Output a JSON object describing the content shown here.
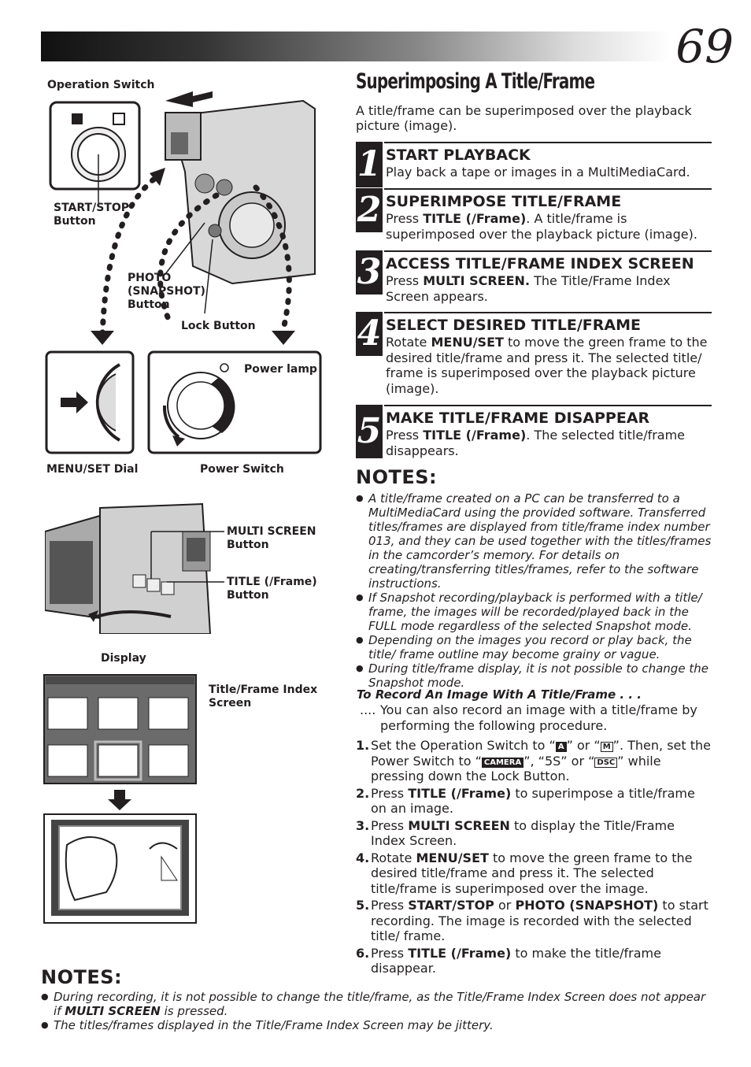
{
  "page_number": "69",
  "title": "Superimposing A Title/Frame",
  "intro": "A title/frame can be superimposed over the playback picture (image).",
  "steps": [
    {
      "num": "1",
      "head": "START PLAYBACK",
      "body": [
        "Play back a tape or images in a MultiMediaCard."
      ]
    },
    {
      "num": "2",
      "head": "SUPERIMPOSE TITLE/FRAME",
      "body_pre": "Press ",
      "body_bold": "TITLE (/Frame)",
      "body_post": ". A title/frame is superimposed over the playback picture (image)."
    },
    {
      "num": "3",
      "head": "ACCESS TITLE/FRAME INDEX SCREEN",
      "body_pre": "Press ",
      "body_bold": "MULTI SCREEN.",
      "body_post": " The Title/Frame Index Screen appears."
    },
    {
      "num": "4",
      "head": "SELECT DESIRED TITLE/FRAME",
      "body_pre": "Rotate ",
      "body_bold": "MENU/SET",
      "body_post": " to move the green frame to the desired title/frame and press it. The selected title/ frame is superimposed over the playback picture (image)."
    },
    {
      "num": "5",
      "head": "MAKE TITLE/FRAME DISAPPEAR",
      "body_pre": "Press ",
      "body_bold": "TITLE (/Frame)",
      "body_post": ". The selected title/frame disappears."
    }
  ],
  "notes_heading": "NOTES:",
  "notes": [
    "A title/frame created on a PC can be transferred to a MultiMediaCard using the provided software. Transferred titles/frames are displayed from title/frame index number 013, and they can be used together with the titles/frames in the camcorder’s memory. For details on creating/transferring titles/frames, refer to the software instructions.",
    "If Snapshot recording/playback is performed with a title/ frame, the images will be recorded/played back in the FULL mode regardless of the selected Snapshot mode.",
    "Depending on the images you record or play back, the title/ frame outline may become grainy or vague.",
    "During title/frame display, it is not possible to change the Snapshot mode."
  ],
  "record_heading": "To Record An Image With A Title/Frame . . .",
  "record_intro_dots": "....",
  "record_intro": "You can also record an image with a title/frame by performing the following procedure.",
  "procedure": {
    "p1": {
      "n": "1.",
      "a": "Set the Operation Switch to “",
      "icon_a": "A",
      "b": "” or “",
      "icon_m": "M",
      "c": "”. Then, set the Power Switch to “",
      "icon_camera": "CAMERA",
      "d": "”, “5S” or “",
      "icon_dsc": "DSC",
      "e": "” while pressing down the Lock Button."
    },
    "p2": {
      "n": "2.",
      "pre": "Press ",
      "bold": "TITLE (/Frame)",
      "post": " to superimpose a title/frame on an image."
    },
    "p3": {
      "n": "3.",
      "pre": "Press ",
      "bold": "MULTI SCREEN",
      "post": " to display the Title/Frame Index Screen."
    },
    "p4": {
      "n": "4.",
      "pre": "Rotate ",
      "bold": "MENU/SET",
      "post": " to move the green frame to the desired title/frame and press it. The selected title/frame is superimposed over the image."
    },
    "p5": {
      "n": "5.",
      "pre": "Press ",
      "bold": "START/STOP",
      "mid": " or ",
      "bold2": "PHOTO (SNAPSHOT)",
      "post": " to start recording. The image is recorded with the selected title/ frame."
    },
    "p6": {
      "n": "6.",
      "pre": "Press ",
      "bold": "TITLE (/Frame)",
      "post": " to make the title/frame disappear."
    }
  },
  "bottom_notes_heading": "NOTES:",
  "bottom_notes": {
    "n1_pre": "During recording, it is not possible to change the title/frame, as the Title/Frame Index Screen does not appear if ",
    "n1_bold": "MULTI SCREEN",
    "n1_post": " is pressed.",
    "n2": "The titles/frames displayed in the Title/Frame Index Screen may be jittery."
  },
  "labels": {
    "operation_switch": "Operation Switch",
    "start_stop": "START/STOP\nButton",
    "photo": "PHOTO\n(SNAPSHOT)\nButton",
    "lock": "Lock Button",
    "power_lamp": "Power lamp",
    "menu_set_dial": "MENU/SET Dial",
    "power_switch": "Power Switch",
    "multi_screen": "MULTI SCREEN\nButton",
    "title_frame": "TITLE (/Frame)\nButton",
    "display": "Display",
    "index_screen": "Title/Frame Index\nScreen"
  },
  "colors": {
    "text": "#231f20",
    "accent": "#231f20"
  }
}
